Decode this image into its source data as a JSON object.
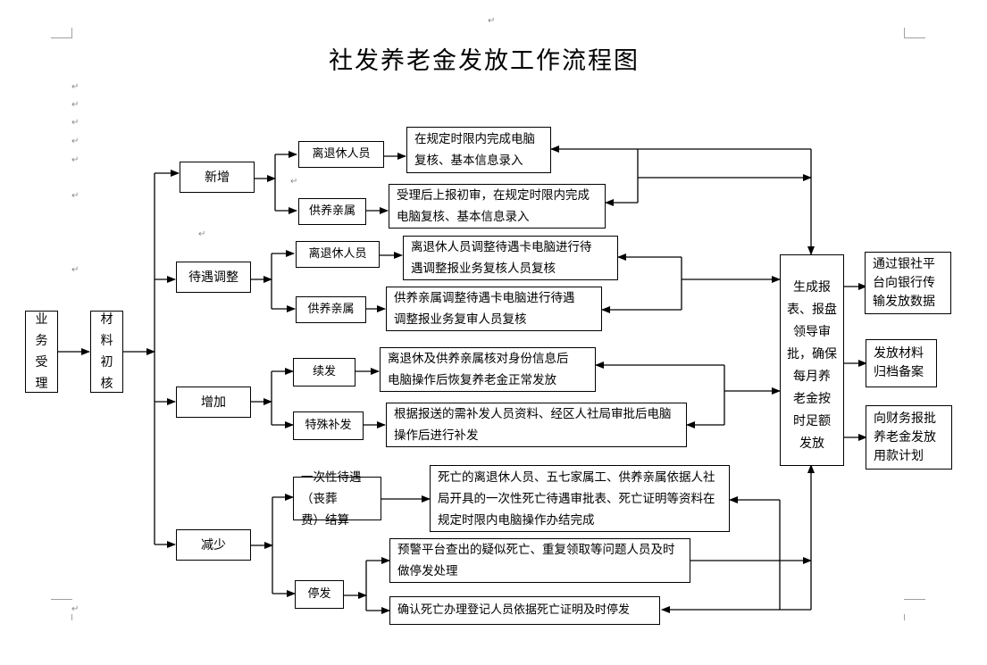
{
  "document": {
    "title": "社发养老金发放工作流程图",
    "paragraph_mark": "↵"
  },
  "flow": {
    "start": {
      "label": "业务受理",
      "chars": [
        "业",
        "务",
        "受",
        "理"
      ]
    },
    "review": {
      "label": "材料初核",
      "chars": [
        "材",
        "料",
        "初",
        "核"
      ]
    },
    "categories": [
      {
        "label": "新增",
        "branches": [
          {
            "label": "离退休人员",
            "action": "在规定时限内完成电脑复核、基本信息录入",
            "lines": [
              "在规定时限内完成电脑",
              "复核、基本信息录入"
            ]
          },
          {
            "label": "供养亲属",
            "action": "受理后上报初审，在规定时限内完成电脑复核、基本信息录入",
            "lines": [
              "受理后上报初审，在规定时限内完成",
              "电脑复核、基本信息录入"
            ]
          }
        ]
      },
      {
        "label": "待遇调整",
        "branches": [
          {
            "label": "离退休人员",
            "action": "离退休人员调整待遇卡电脑进行待遇调整报业务复核人员复核",
            "lines": [
              "离退休人员调整待遇卡电脑进行待",
              "遇调整报业务复核人员复核"
            ]
          },
          {
            "label": "供养亲属",
            "action": "供养亲属调整待遇卡电脑进行待遇调整报业务复审人员复核",
            "lines": [
              "供养亲属调整待遇卡电脑进行待遇",
              "调整报业务复审人员复核"
            ]
          }
        ]
      },
      {
        "label": "增加",
        "branches": [
          {
            "label": "续发",
            "action": "离退休及供养亲属核对身份信息后电脑操作后恢复养老金正常发放",
            "lines": [
              "离退休及供养亲属核对身份信息后",
              "电脑操作后恢复养老金正常发放"
            ]
          },
          {
            "label": "特殊补发",
            "action": "根据报送的需补发人员资料、经区人社局审批后电脑操作后进行补发",
            "lines": [
              "根据报送的需补发人员资料、经区人社局审批后电脑",
              "操作后进行补发"
            ]
          }
        ]
      },
      {
        "label": "减少",
        "branches": [
          {
            "label": "一次性待遇（丧葬费）结算",
            "label_lines": [
              "一次性待遇（丧葬",
              "费）结算"
            ],
            "action": "死亡的离退休人员、五七家属工、供养亲属依据人社局开具的一次性死亡待遇审批表、死亡证明等资料在规定时限内电脑操作办结完成",
            "lines": [
              "死亡的离退休人员、五七家属工、供养亲属依据人社",
              "局开具的一次性死亡待遇审批表、死亡证明等资料在",
              "规定时限内电脑操作办结完成"
            ]
          },
          {
            "label": "停发",
            "sub_actions": [
              {
                "action": "预警平台查出的疑似死亡、重复领取等问题人员及时做停发处理",
                "lines": [
                  "预警平台查出的疑似死亡、重复领取等问题人员及时",
                  "做停发处理"
                ]
              },
              {
                "action": "确认死亡办理登记人员依据死亡证明及时停发",
                "lines": [
                  "确认死亡办理登记人员依据死亡证明及时停发"
                ]
              }
            ]
          }
        ]
      }
    ],
    "approval": {
      "label": "生成报表、报盘领导审批，确保每月养老金按时足额发放",
      "lines": [
        "生成报",
        "表、报盘",
        "领导审",
        "批，确保",
        "每月养",
        "老金按",
        "时足额",
        "发放"
      ]
    },
    "outputs": [
      {
        "label": "通过银社平台向银行传输发放数据",
        "lines": [
          "通过银社平",
          "台向银行传",
          "输发放数据"
        ]
      },
      {
        "label": "发放材料归档备案",
        "lines": [
          "发放材料",
          "归档备案"
        ]
      },
      {
        "label": "向财务报批养老金发放用款计划",
        "lines": [
          "向财务报批",
          "养老金发放",
          "用款计划"
        ]
      }
    ]
  }
}
